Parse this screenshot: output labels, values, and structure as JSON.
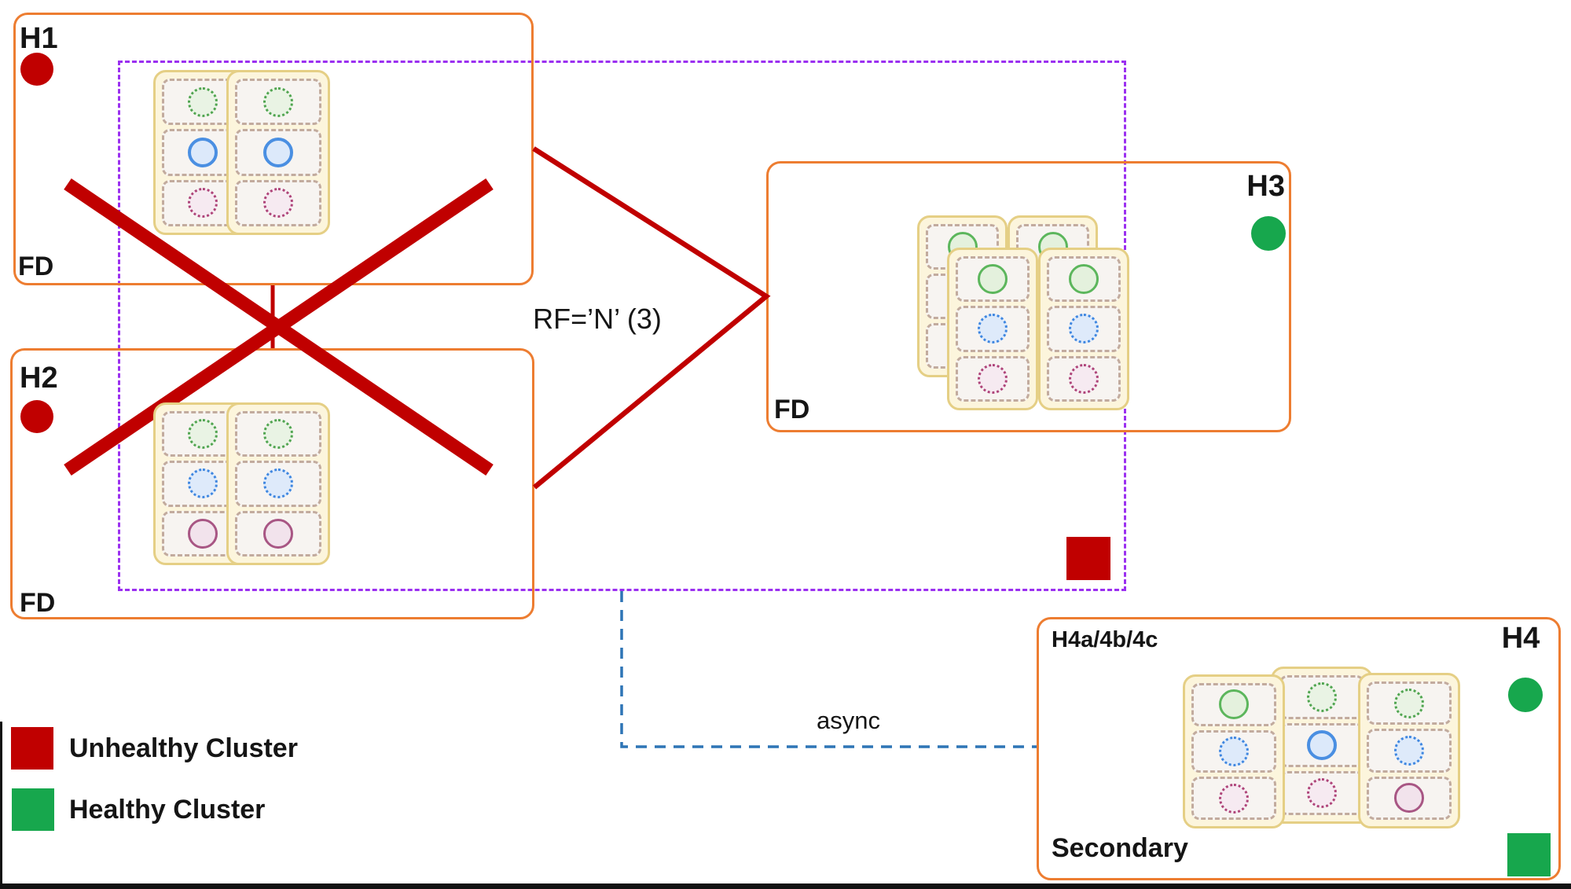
{
  "title": "Cluster replication topology diagram",
  "colors": {
    "unhealthy": "#C00000",
    "healthy": "#17A74D",
    "host_border": "#ED7D31",
    "replication_group_border": "#9B30F0",
    "async_link": "#2E75B6",
    "card_fill": "#FCF5DC",
    "card_border": "#E5CF85"
  },
  "links": {
    "rf_label": "RF=’N’ (3)",
    "async_label": "async"
  },
  "hosts": {
    "h1": {
      "name": "H1",
      "fd_label": "FD",
      "status": "unhealthy",
      "cards": [
        [
          "gd",
          "bs",
          "pd"
        ],
        [
          "gd",
          "bs",
          "pd"
        ]
      ]
    },
    "h2": {
      "name": "H2",
      "fd_label": "FD",
      "status": "unhealthy",
      "cards": [
        [
          "gd",
          "bd",
          "ps"
        ],
        [
          "gd",
          "bd",
          "ps"
        ]
      ]
    },
    "h3": {
      "name": "H3",
      "fd_label": "FD",
      "status": "healthy",
      "cards_back": [
        [
          "gs",
          "bd",
          "pd"
        ],
        [
          "gs",
          "bd",
          "pd"
        ]
      ],
      "cards_front": [
        [
          "gs",
          "bd",
          "pd"
        ],
        [
          "gs",
          "bd",
          "pd"
        ]
      ]
    },
    "h4": {
      "name": "H4",
      "corner_label": "H4a/4b/4c",
      "fd_label": "Secondary",
      "status": "healthy",
      "cards": [
        [
          "gs",
          "bd",
          "pd"
        ],
        [
          "gd",
          "bs",
          "pd"
        ],
        [
          "gd",
          "bd",
          "ps"
        ]
      ]
    }
  },
  "legend": {
    "unhealthy": "Unhealthy Cluster",
    "healthy": "Healthy Cluster"
  },
  "replica_tokens": {
    "gd": "green-replica-dotted",
    "gs": "green-replica-solid",
    "bd": "blue-replica-dotted",
    "bs": "blue-replica-solid",
    "pd": "pink-replica-dotted",
    "ps": "pink-replica-solid"
  }
}
